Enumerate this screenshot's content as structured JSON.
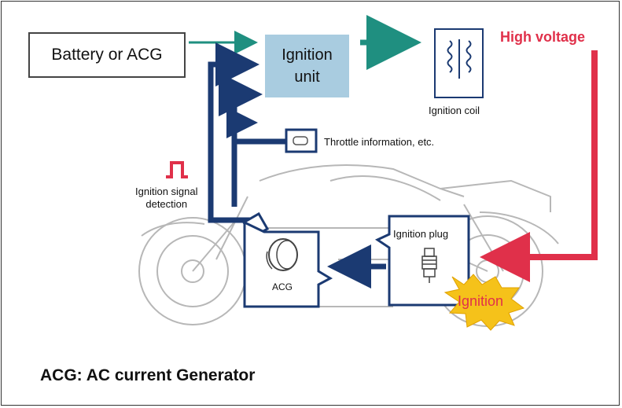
{
  "source_label": "Battery or ACG",
  "ignition_unit_label": "Ignition\nunit",
  "ignition_coil_label": "Ignition coil",
  "high_voltage_label": "High voltage",
  "throttle_label": "Throttle information, etc.",
  "signal_label": "Ignition signal\ndetection",
  "acg_label": "ACG",
  "plug_label": "Ignition plug",
  "ignition_label": "Ignition",
  "footer_label": "ACG: AC current Generator",
  "colors": {
    "teal_arrow": "#1f8f80",
    "navy_arrow": "#1b3a72",
    "red_arrow": "#e0304a",
    "unit_fill": "#a9cce0",
    "spark_fill": "#f5c21a"
  }
}
